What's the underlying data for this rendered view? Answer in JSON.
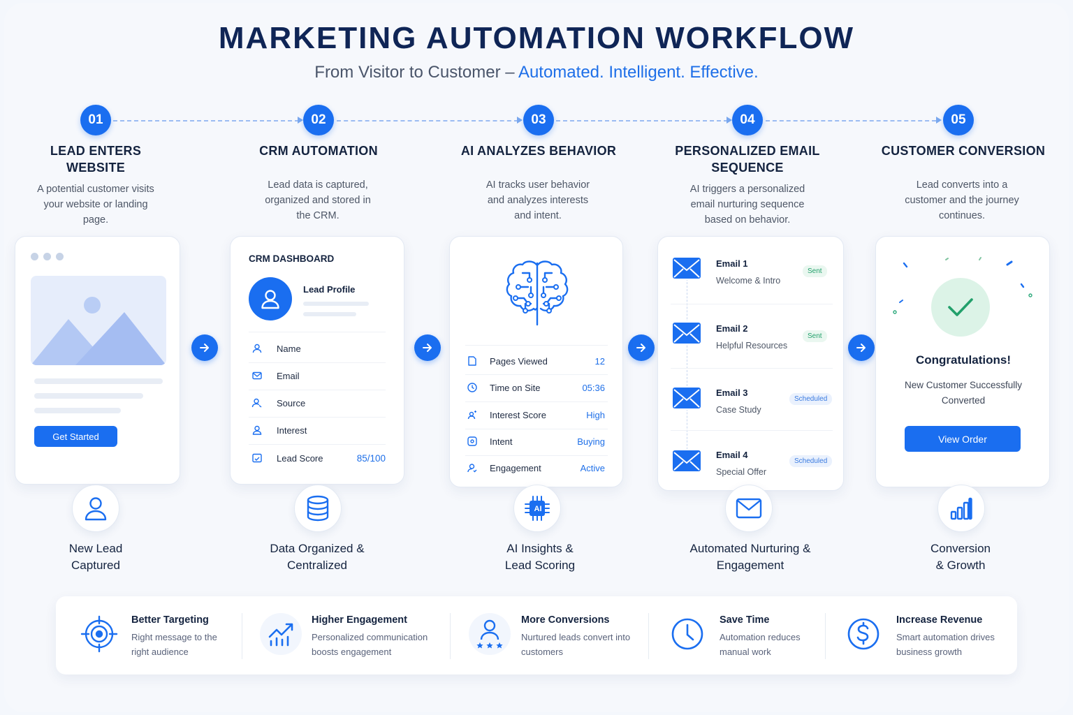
{
  "header": {
    "title": "MARKETING AUTOMATION WORKFLOW",
    "subtitle_plain": "From Visitor to Customer – ",
    "subtitle_highlight": "Automated. Intelligent. Effective."
  },
  "steps": [
    {
      "num": "01",
      "title": "LEAD ENTERS WEBSITE",
      "desc": "A potential customer visits your website or landing page.",
      "bottom_label": "New Lead Captured"
    },
    {
      "num": "02",
      "title": "CRM AUTOMATION",
      "desc": "Lead data is captured, organized and stored in the CRM.",
      "bottom_label": "Data Organized & Centralized"
    },
    {
      "num": "03",
      "title": "AI ANALYZES BEHAVIOR",
      "desc": "AI tracks user behavior and analyzes interests and intent.",
      "bottom_label": "AI Insights & Lead Scoring"
    },
    {
      "num": "04",
      "title": "PERSONALIZED EMAIL SEQUENCE",
      "desc": "AI triggers a personalized email nurturing sequence based on behavior.",
      "bottom_label": "Automated Nurturing & Engagement"
    },
    {
      "num": "05",
      "title": "CUSTOMER CONVERSION",
      "desc": "Lead converts into a customer and the journey continues.",
      "bottom_label": "Conversion & Growth"
    }
  ],
  "website_card": {
    "button": "Get Started"
  },
  "crm_card": {
    "title": "CRM DASHBOARD",
    "profile_label": "Lead Profile",
    "fields": [
      "Name",
      "Email",
      "Source",
      "Interest",
      "Lead Score"
    ],
    "lead_score_value": "85/100"
  },
  "ai_card": {
    "rows": [
      {
        "label": "Pages Viewed",
        "value": "12"
      },
      {
        "label": "Time on Site",
        "value": "05:36"
      },
      {
        "label": "Interest Score",
        "value": "High"
      },
      {
        "label": "Intent",
        "value": "Buying"
      },
      {
        "label": "Engagement",
        "value": "Active"
      }
    ],
    "chip": "AI"
  },
  "email_card": {
    "emails": [
      {
        "name": "Email 1",
        "subject": "Welcome & Intro",
        "status": "Sent"
      },
      {
        "name": "Email 2",
        "subject": "Helpful Resources",
        "status": "Sent"
      },
      {
        "name": "Email 3",
        "subject": "Case Study",
        "status": "Scheduled"
      },
      {
        "name": "Email 4",
        "subject": "Special Offer",
        "status": "Scheduled"
      }
    ]
  },
  "conversion_card": {
    "heading": "Congratulations!",
    "text": "New Customer Successfully Converted",
    "button": "View Order"
  },
  "benefits": [
    {
      "title": "Better Targeting",
      "desc": "Right message to the right audience",
      "icon": "target-icon"
    },
    {
      "title": "Higher Engagement",
      "desc": "Personalized communication boosts engagement",
      "icon": "trend-up-icon"
    },
    {
      "title": "More Conversions",
      "desc": "Nurtured leads convert into customers",
      "icon": "user-stars-icon"
    },
    {
      "title": "Save Time",
      "desc": "Automation reduces manual work",
      "icon": "clock-icon"
    },
    {
      "title": "Increase Revenue",
      "desc": "Smart automation drives business growth",
      "icon": "dollar-icon"
    }
  ],
  "colors": {
    "accent": "#1a6ef0",
    "title": "#0f2556",
    "success": "#22a06b"
  }
}
